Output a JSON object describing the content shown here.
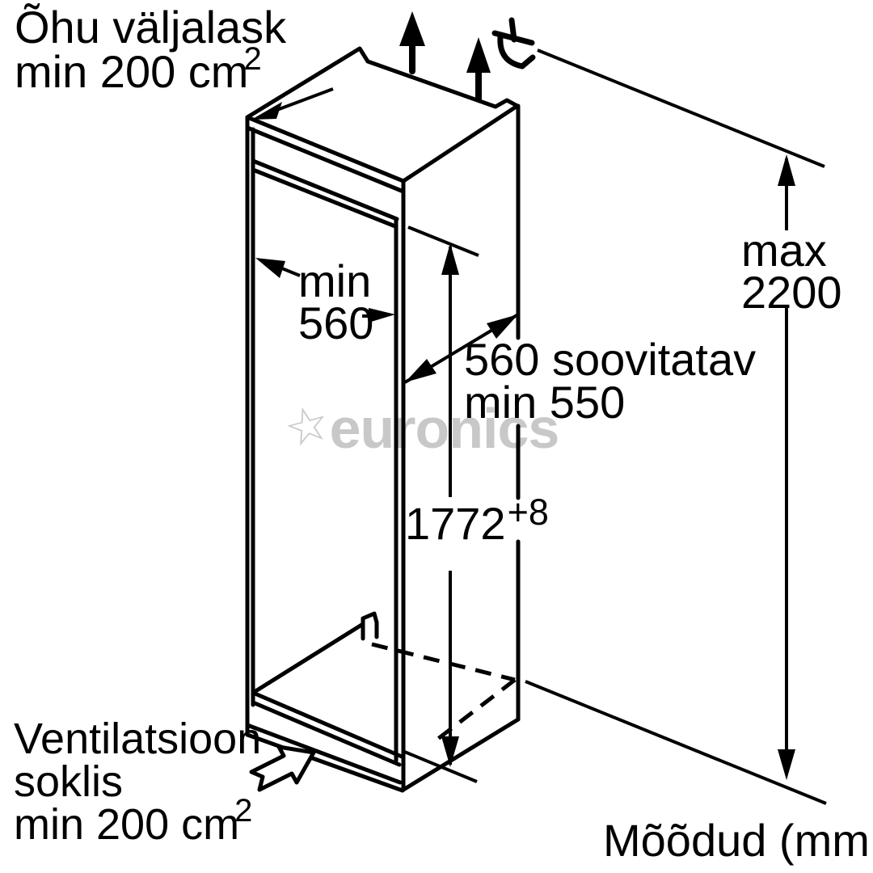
{
  "page": {
    "background": "#ffffff",
    "line_color": "#000000",
    "watermark_color": "#c8c8c8"
  },
  "labels": {
    "air_outlet": {
      "line1": "Õhu väljalask",
      "line2": "min 200 cm",
      "sup": "2"
    },
    "niche_width": {
      "line1": "min",
      "line2": "560"
    },
    "depth": {
      "line1": "560 soovitatav",
      "line2": "min 550"
    },
    "niche_height": {
      "value": "1772",
      "tolerance": "+8"
    },
    "max_height": {
      "line1": "max",
      "line2": "2200"
    },
    "plinth_vent": {
      "line1": "Ventilatsioon",
      "line2": "soklis",
      "line3": "min 200 cm",
      "sup": "2"
    },
    "units": "Mõõdud (mm",
    "watermark": {
      "star": "☆",
      "text": "euronics"
    }
  }
}
